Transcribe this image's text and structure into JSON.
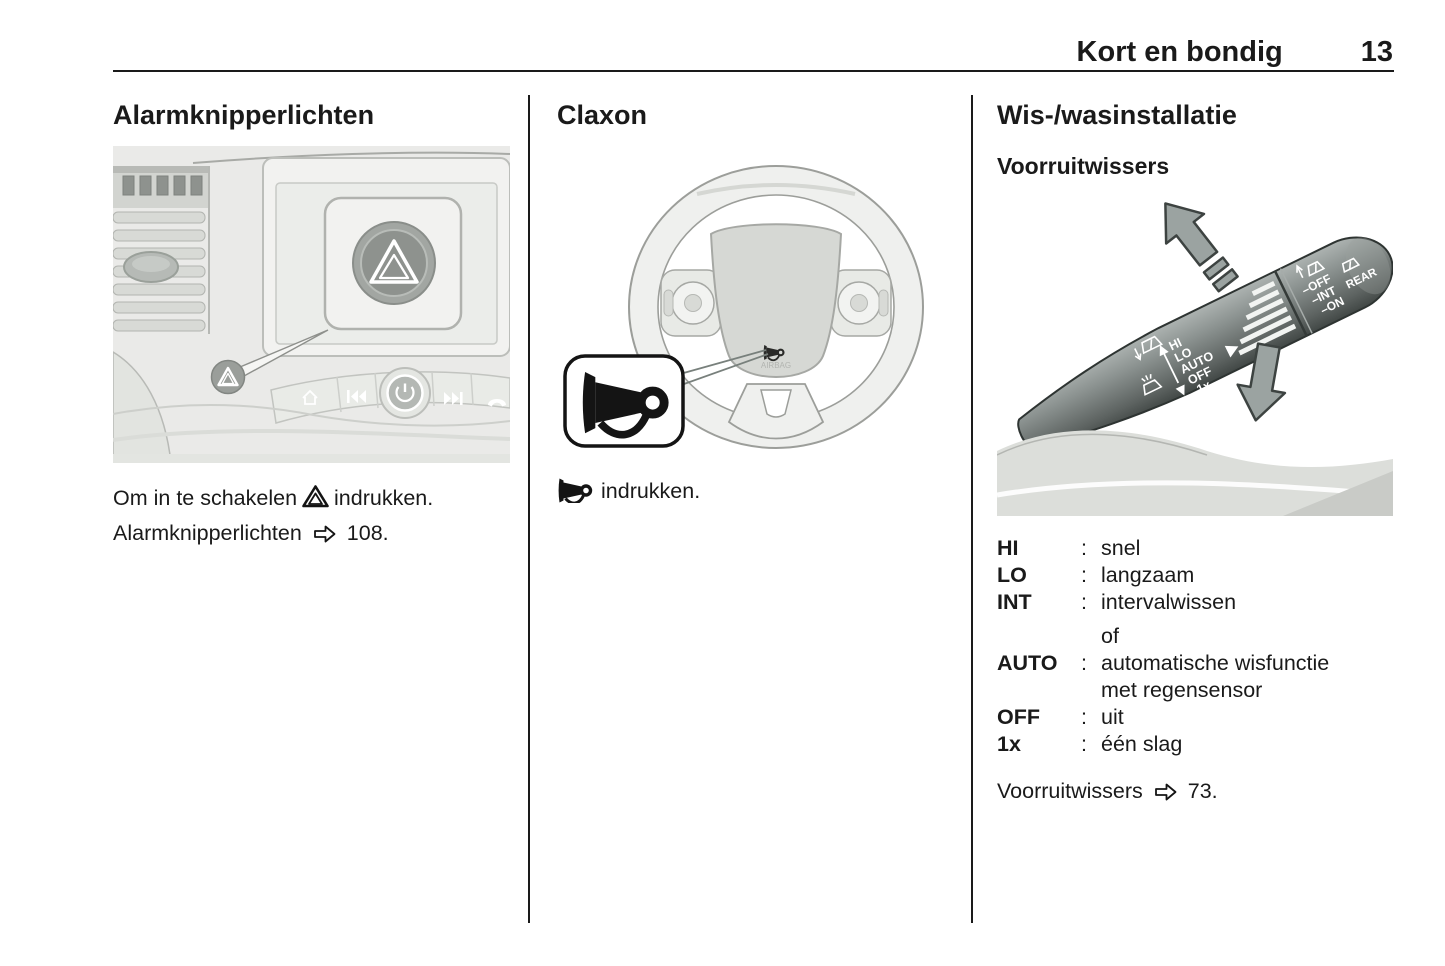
{
  "header": {
    "title": "Kort en bondig",
    "page_number": "13"
  },
  "hazard": {
    "title": "Alarmknipperlichten",
    "line1_pre": "Om in te schakelen",
    "line1_post": "indrukken.",
    "line2_text": "Alarmknipperlichten",
    "line2_page": "108."
  },
  "horn": {
    "title": "Claxon",
    "caption": "indrukken."
  },
  "wiper": {
    "title": "Wis-/wasinstallatie",
    "subtitle": "Voorruitwissers",
    "rows": [
      {
        "term": "HI",
        "sep": ":",
        "desc": "snel"
      },
      {
        "term": "LO",
        "sep": ":",
        "desc": "langzaam"
      },
      {
        "term": "INT",
        "sep": ":",
        "desc": "intervalwissen"
      },
      {
        "term": "",
        "sep": "",
        "desc": "of"
      },
      {
        "term": "AUTO",
        "sep": ":",
        "desc": "automatische wisfunctie met regensensor"
      },
      {
        "term": "OFF",
        "sep": ":",
        "desc": "uit"
      },
      {
        "term": "1x",
        "sep": ":",
        "desc": "één slag"
      }
    ],
    "footer_text": "Voorruitwissers",
    "footer_page": "73."
  },
  "stalk_labels": {
    "hi": "HI",
    "lo": "LO",
    "auto": "AUTO",
    "off": "OFF",
    "once": "1x",
    "end_off": "–OFF",
    "end_int": "–INT",
    "end_on": "–ON",
    "rear": "REAR"
  },
  "wheel": {
    "airbag_label": "AIRBAG"
  },
  "icons": {
    "hazard": "nested-warning-triangle",
    "horn": "horn-symbol",
    "page_ref": "⇨"
  },
  "colors": {
    "text": "#1a1a1a",
    "figure_bg": "#eaeae8",
    "stalk_gray": "#7d8583",
    "arrow_gray": "#9ba3a1"
  }
}
